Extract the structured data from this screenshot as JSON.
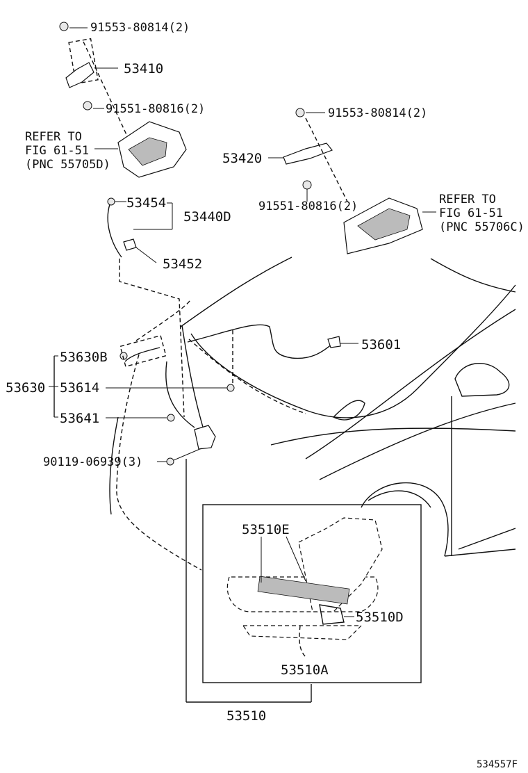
{
  "figure_id": "534557F",
  "parts": {
    "bolt_top_left": "91553-80814(2)",
    "hinge_left": "53410",
    "bolt_lower_left": "91551-80816(2)",
    "refer_left": [
      "REFER TO",
      "FIG 61-51",
      "(PNC 55705D)"
    ],
    "bolt_top_right": "91553-80814(2)",
    "hinge_right": "53420",
    "bolt_lower_right": "91551-80816(2)",
    "refer_right": [
      "REFER TO",
      "FIG 61-51",
      "(PNC 55706C)"
    ],
    "cable_clip": "53454",
    "cable_assembly": "53440D",
    "cable_grommet": "53452",
    "hood_support": "53601",
    "lock_assembly": "53630",
    "lock_sub_b": "53630B",
    "lock_clip": "53614",
    "lock_cushion": "53641",
    "screw": "90119-06939(3)",
    "latch_e": "53510E",
    "latch_d": "53510D",
    "latch_a": "53510A",
    "latch_assembly": "53510"
  }
}
